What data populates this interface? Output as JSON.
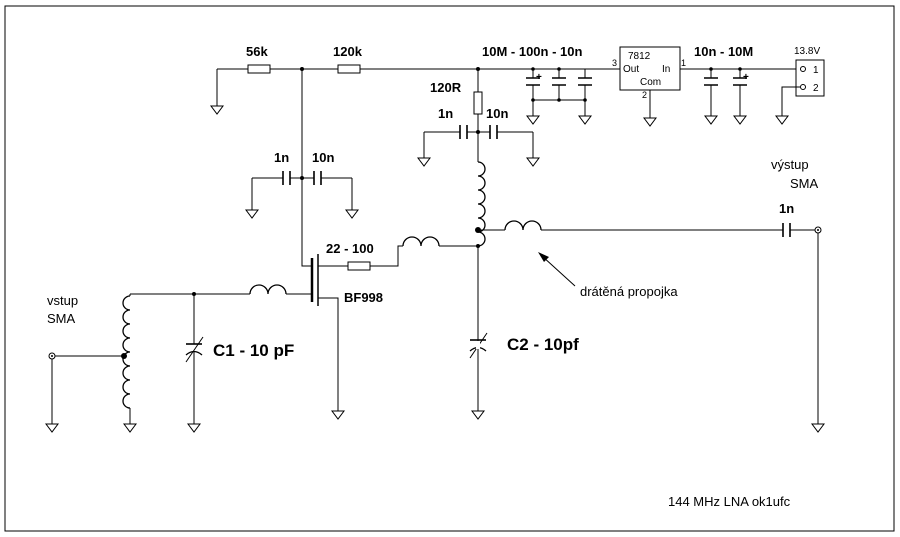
{
  "labels": {
    "r1": "56k",
    "r2": "120k",
    "caps_bank": "10M - 100n - 10n",
    "regulator_part": "7812",
    "pin_out": "Out",
    "pin_in": "In",
    "pin_com": "Com",
    "pin3": "3",
    "pin1": "1",
    "pin2": "2",
    "caps_in": "10n - 10M",
    "supply": "13.8V",
    "conn_pin1": "1",
    "conn_pin2": "2",
    "r_feed": "120R",
    "c_feed1": "1n",
    "c_feed2": "10n",
    "c_bias1": "1n",
    "c_bias2": "10n",
    "gate_r": "22 - 100",
    "transistor": "BF998",
    "output_label_1": "výstup",
    "output_label_2": "SMA",
    "out_cap": "1n",
    "input_label_1": "vstup",
    "input_label_2": "SMA",
    "c1": "C1 - 10 pF",
    "c2": "C2 - 10pf",
    "jumper": "drátěná propojka",
    "footer": "144 MHz LNA ok1ufc"
  }
}
